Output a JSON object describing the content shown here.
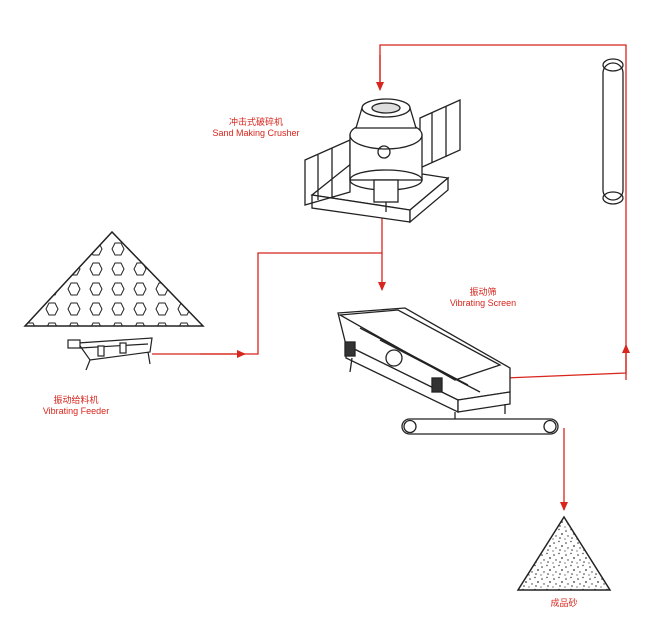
{
  "labels": {
    "crusher": {
      "cn": "冲击式破碎机",
      "en": "Sand Making Crusher"
    },
    "screen": {
      "cn": "振动筛",
      "en": "Vibrating Screen"
    },
    "feeder": {
      "cn": "振动给料机",
      "en": "Vibrating Feeder"
    },
    "product": {
      "cn": "成品砂"
    }
  },
  "colors": {
    "flow": "#d8251d",
    "machine": "#222222",
    "label": "#d8251d"
  }
}
